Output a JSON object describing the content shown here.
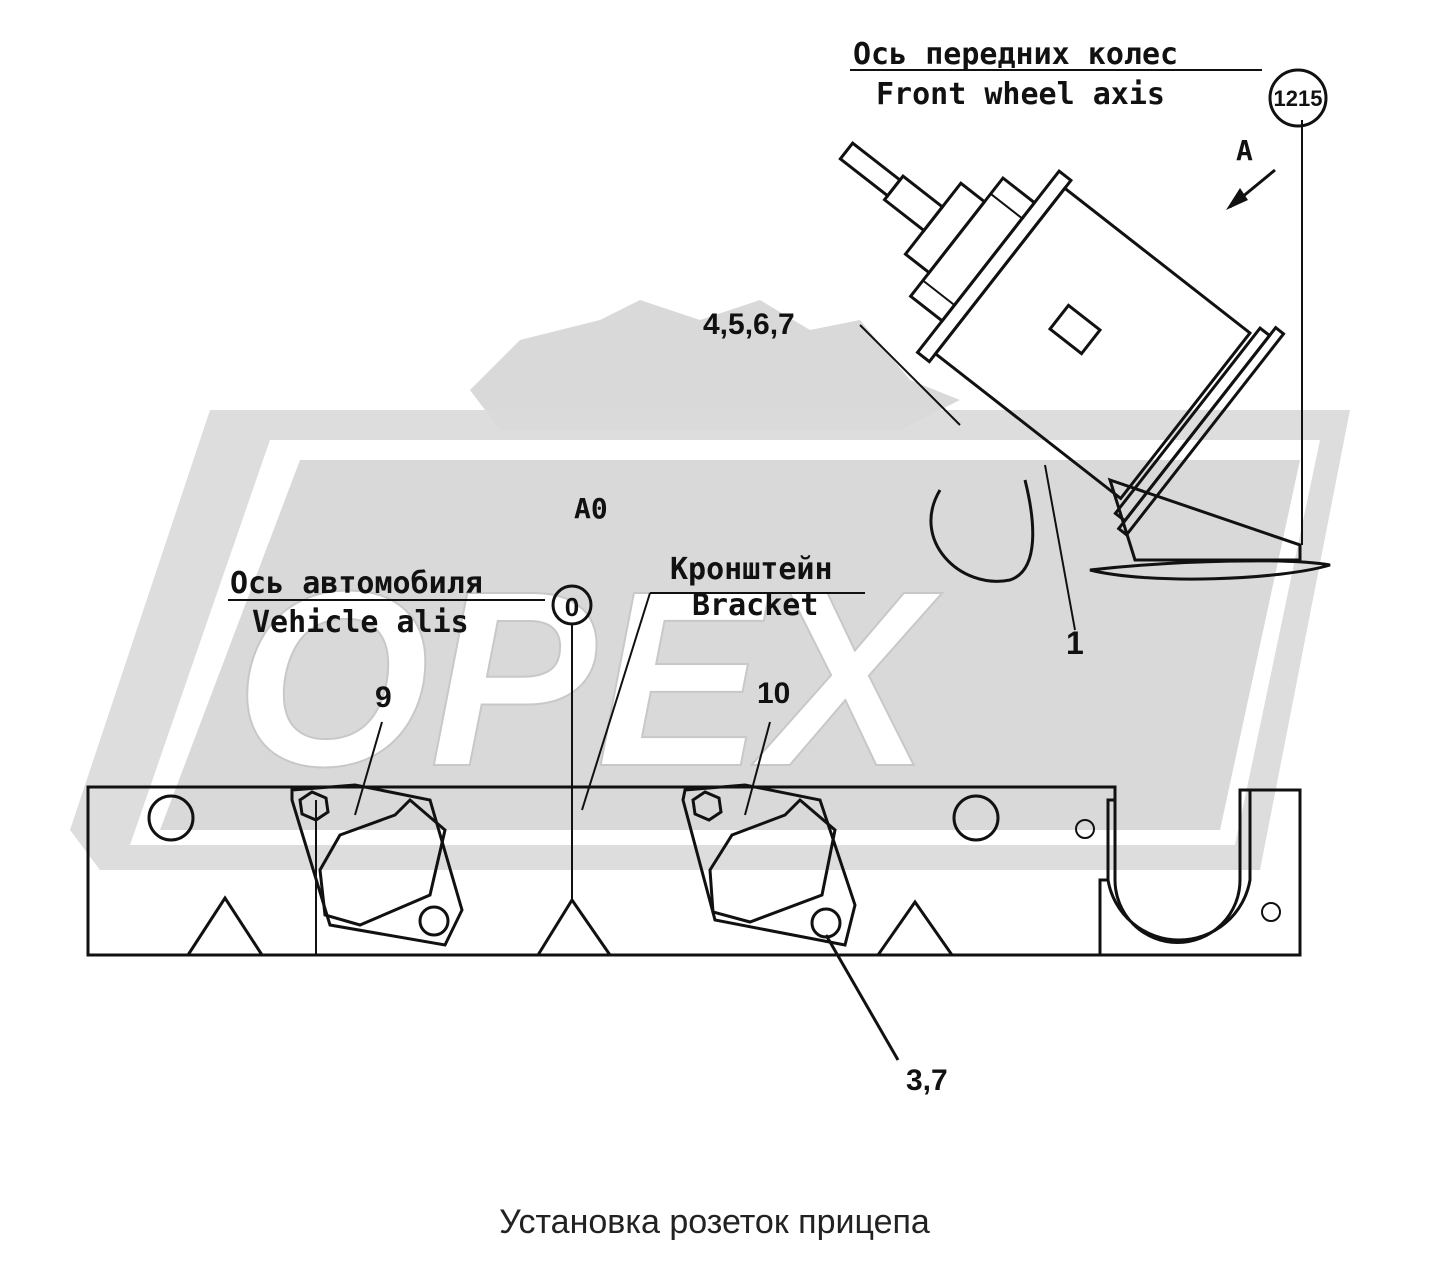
{
  "watermark": {
    "text": "OPEX"
  },
  "labels": {
    "front_axis_ru": "Ось передних колес",
    "front_axis_en": "Front wheel axis",
    "front_axis_value": "1215",
    "view_a": "A",
    "view_a0": "A0",
    "vehicle_axis_ru": "Ось автомобиля",
    "vehicle_axis_en": "Vehicle alis",
    "vehicle_axis_value": "0",
    "bracket_ru": "Кронштейн",
    "bracket_en": "Bracket"
  },
  "callouts": {
    "c_4567": "4,5,6,7",
    "c_1": "1",
    "c_9": "9",
    "c_10": "10",
    "c_37": "3,7"
  },
  "caption": "Установка розеток прицепа",
  "colors": {
    "line": "#111111",
    "watermark": "#d9d9d9",
    "background": "#ffffff"
  }
}
